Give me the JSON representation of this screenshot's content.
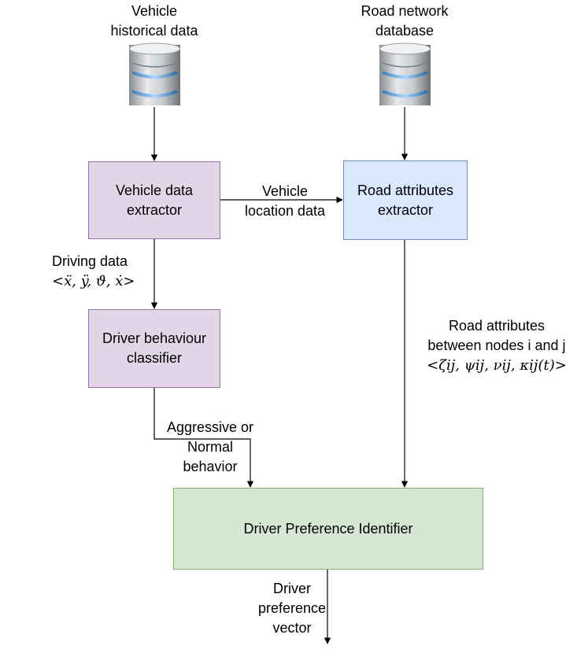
{
  "sources": {
    "vehicle_db": {
      "label_lines": [
        "Vehicle",
        "historical data"
      ],
      "icon": "database-icon"
    },
    "road_db": {
      "label_lines": [
        "Road network",
        "database"
      ],
      "icon": "database-icon"
    }
  },
  "boxes": {
    "vehicle_extractor": {
      "lines": [
        "Vehicle data",
        "extractor"
      ],
      "fill": "#e1d5e7",
      "stroke": "#9673a6"
    },
    "road_extractor": {
      "lines": [
        "Road attributes",
        "extractor"
      ],
      "fill": "#dae8fc",
      "stroke": "#6c8ebf"
    },
    "behaviour_classifier": {
      "lines": [
        "Driver behaviour",
        "classifier"
      ],
      "fill": "#e1d5e7",
      "stroke": "#9673a6"
    },
    "preference_identifier": {
      "lines": [
        "Driver Preference Identifier"
      ],
      "fill": "#d5e8d4",
      "stroke": "#82b366"
    }
  },
  "edge_labels": {
    "location": [
      "Vehicle",
      "location data"
    ],
    "driving": {
      "line1": "Driving data",
      "formula": "<ẍ, ÿ, ϑ, ẋ>"
    },
    "behavior": [
      "Aggressive or",
      "Normal",
      "behavior"
    ],
    "road_attributes": {
      "line1": "Road attributes",
      "line2": "between nodes i and j",
      "formula": "<ζij, ψij, νij, κij(t)>"
    },
    "output": [
      "Driver",
      "preference",
      "vector"
    ]
  }
}
